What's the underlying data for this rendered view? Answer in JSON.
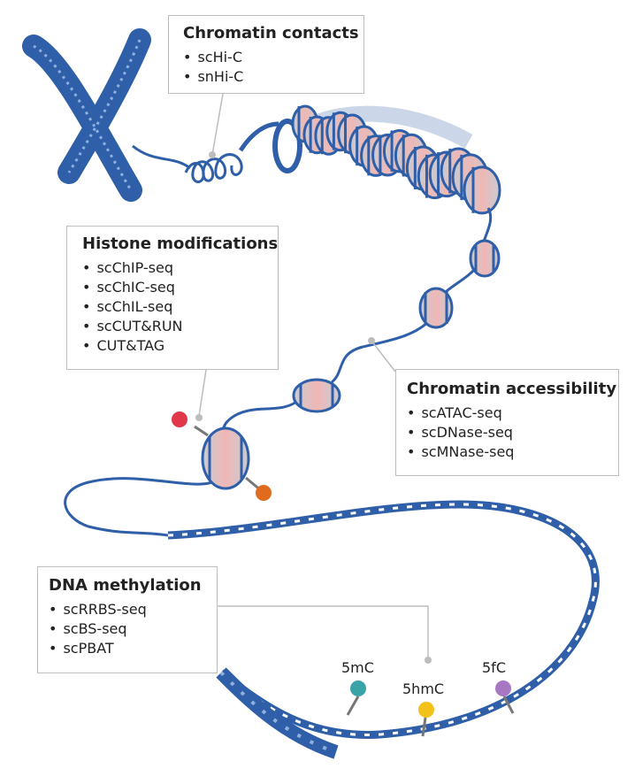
{
  "callouts": {
    "chromatin_contacts": {
      "title": "Chromatin contacts",
      "items": [
        "scHi-C",
        "snHi-C"
      ]
    },
    "histone_modifications": {
      "title": "Histone modifications",
      "items": [
        "scChIP-seq",
        "scChIC-seq",
        "scChIL-seq",
        "scCUT&RUN",
        "CUT&TAG"
      ]
    },
    "chromatin_accessibility": {
      "title": "Chromatin accessibility",
      "items": [
        "scATAC-seq",
        "scDNase-seq",
        "scMNase-seq"
      ]
    },
    "dna_methylation": {
      "title": "DNA methylation",
      "items": [
        "scRRBS-seq",
        "scBS-seq",
        "scPBAT"
      ]
    }
  },
  "methylation_marks": [
    {
      "label": "5mC",
      "color": "#3aa3a8"
    },
    {
      "label": "5hmC",
      "color": "#f2c21b"
    },
    {
      "label": "5fC",
      "color": "#a777c4"
    }
  ],
  "histone_marks": [
    {
      "name": "red-mark",
      "color": "#e0384a"
    },
    {
      "name": "orange-mark",
      "color": "#e06a1e"
    }
  ],
  "colors": {
    "dna": "#2f5fa8",
    "dna_light": "#8fb0de",
    "histone_core": "#f0b7b5",
    "histone_shade": "#c7ccd3",
    "connector": "#bdbdbd"
  }
}
